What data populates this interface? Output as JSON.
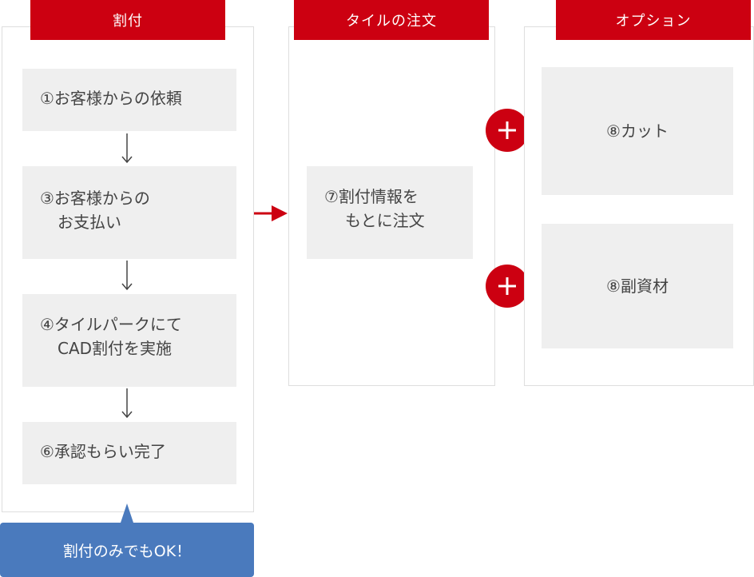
{
  "columns": {
    "warituke": {
      "title": "割付",
      "steps": [
        {
          "lines": [
            "①お客様からの依頼"
          ]
        },
        {
          "lines": [
            "③お客様からの",
            "お支払い"
          ]
        },
        {
          "lines": [
            "④タイルパークにて",
            "CAD割付を実施"
          ]
        },
        {
          "lines": [
            "⑥承認もらい完了"
          ]
        }
      ]
    },
    "order": {
      "title": "タイルの注文",
      "steps": [
        {
          "lines": [
            "⑦割付情報を",
            "もとに注文"
          ]
        }
      ]
    },
    "option": {
      "title": "オプション",
      "steps": [
        {
          "lines": [
            "⑧カット"
          ]
        },
        {
          "lines": [
            "⑧副資材"
          ]
        }
      ]
    }
  },
  "callout": {
    "text": "割付のみでもOK！"
  },
  "icons": {
    "plus": "plus-icon",
    "arrow": "arrow-right-icon",
    "down": "arrow-down-icon"
  },
  "colors": {
    "accent": "#cc0011",
    "step_bg": "#efefef",
    "callout_bg": "#4a7abd",
    "border": "#dedede"
  }
}
